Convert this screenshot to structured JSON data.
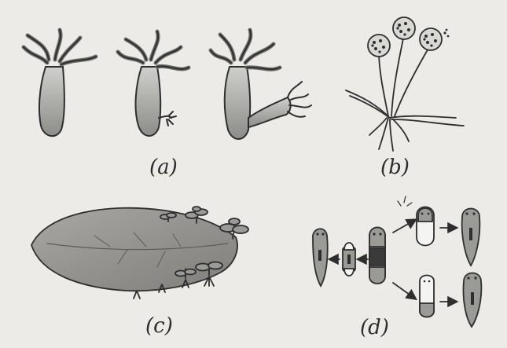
{
  "captions": {
    "a": "(a)",
    "b": "(b)",
    "c": "(c)",
    "d": "(d)"
  },
  "colors": {
    "background": "#ecebe7",
    "body_fill": "#9a9a97",
    "outline": "#2e2e2e",
    "leaf_fill": "#8f8e8a",
    "light_fill": "#f4f4f2",
    "dark_band": "#3a3a3a"
  }
}
